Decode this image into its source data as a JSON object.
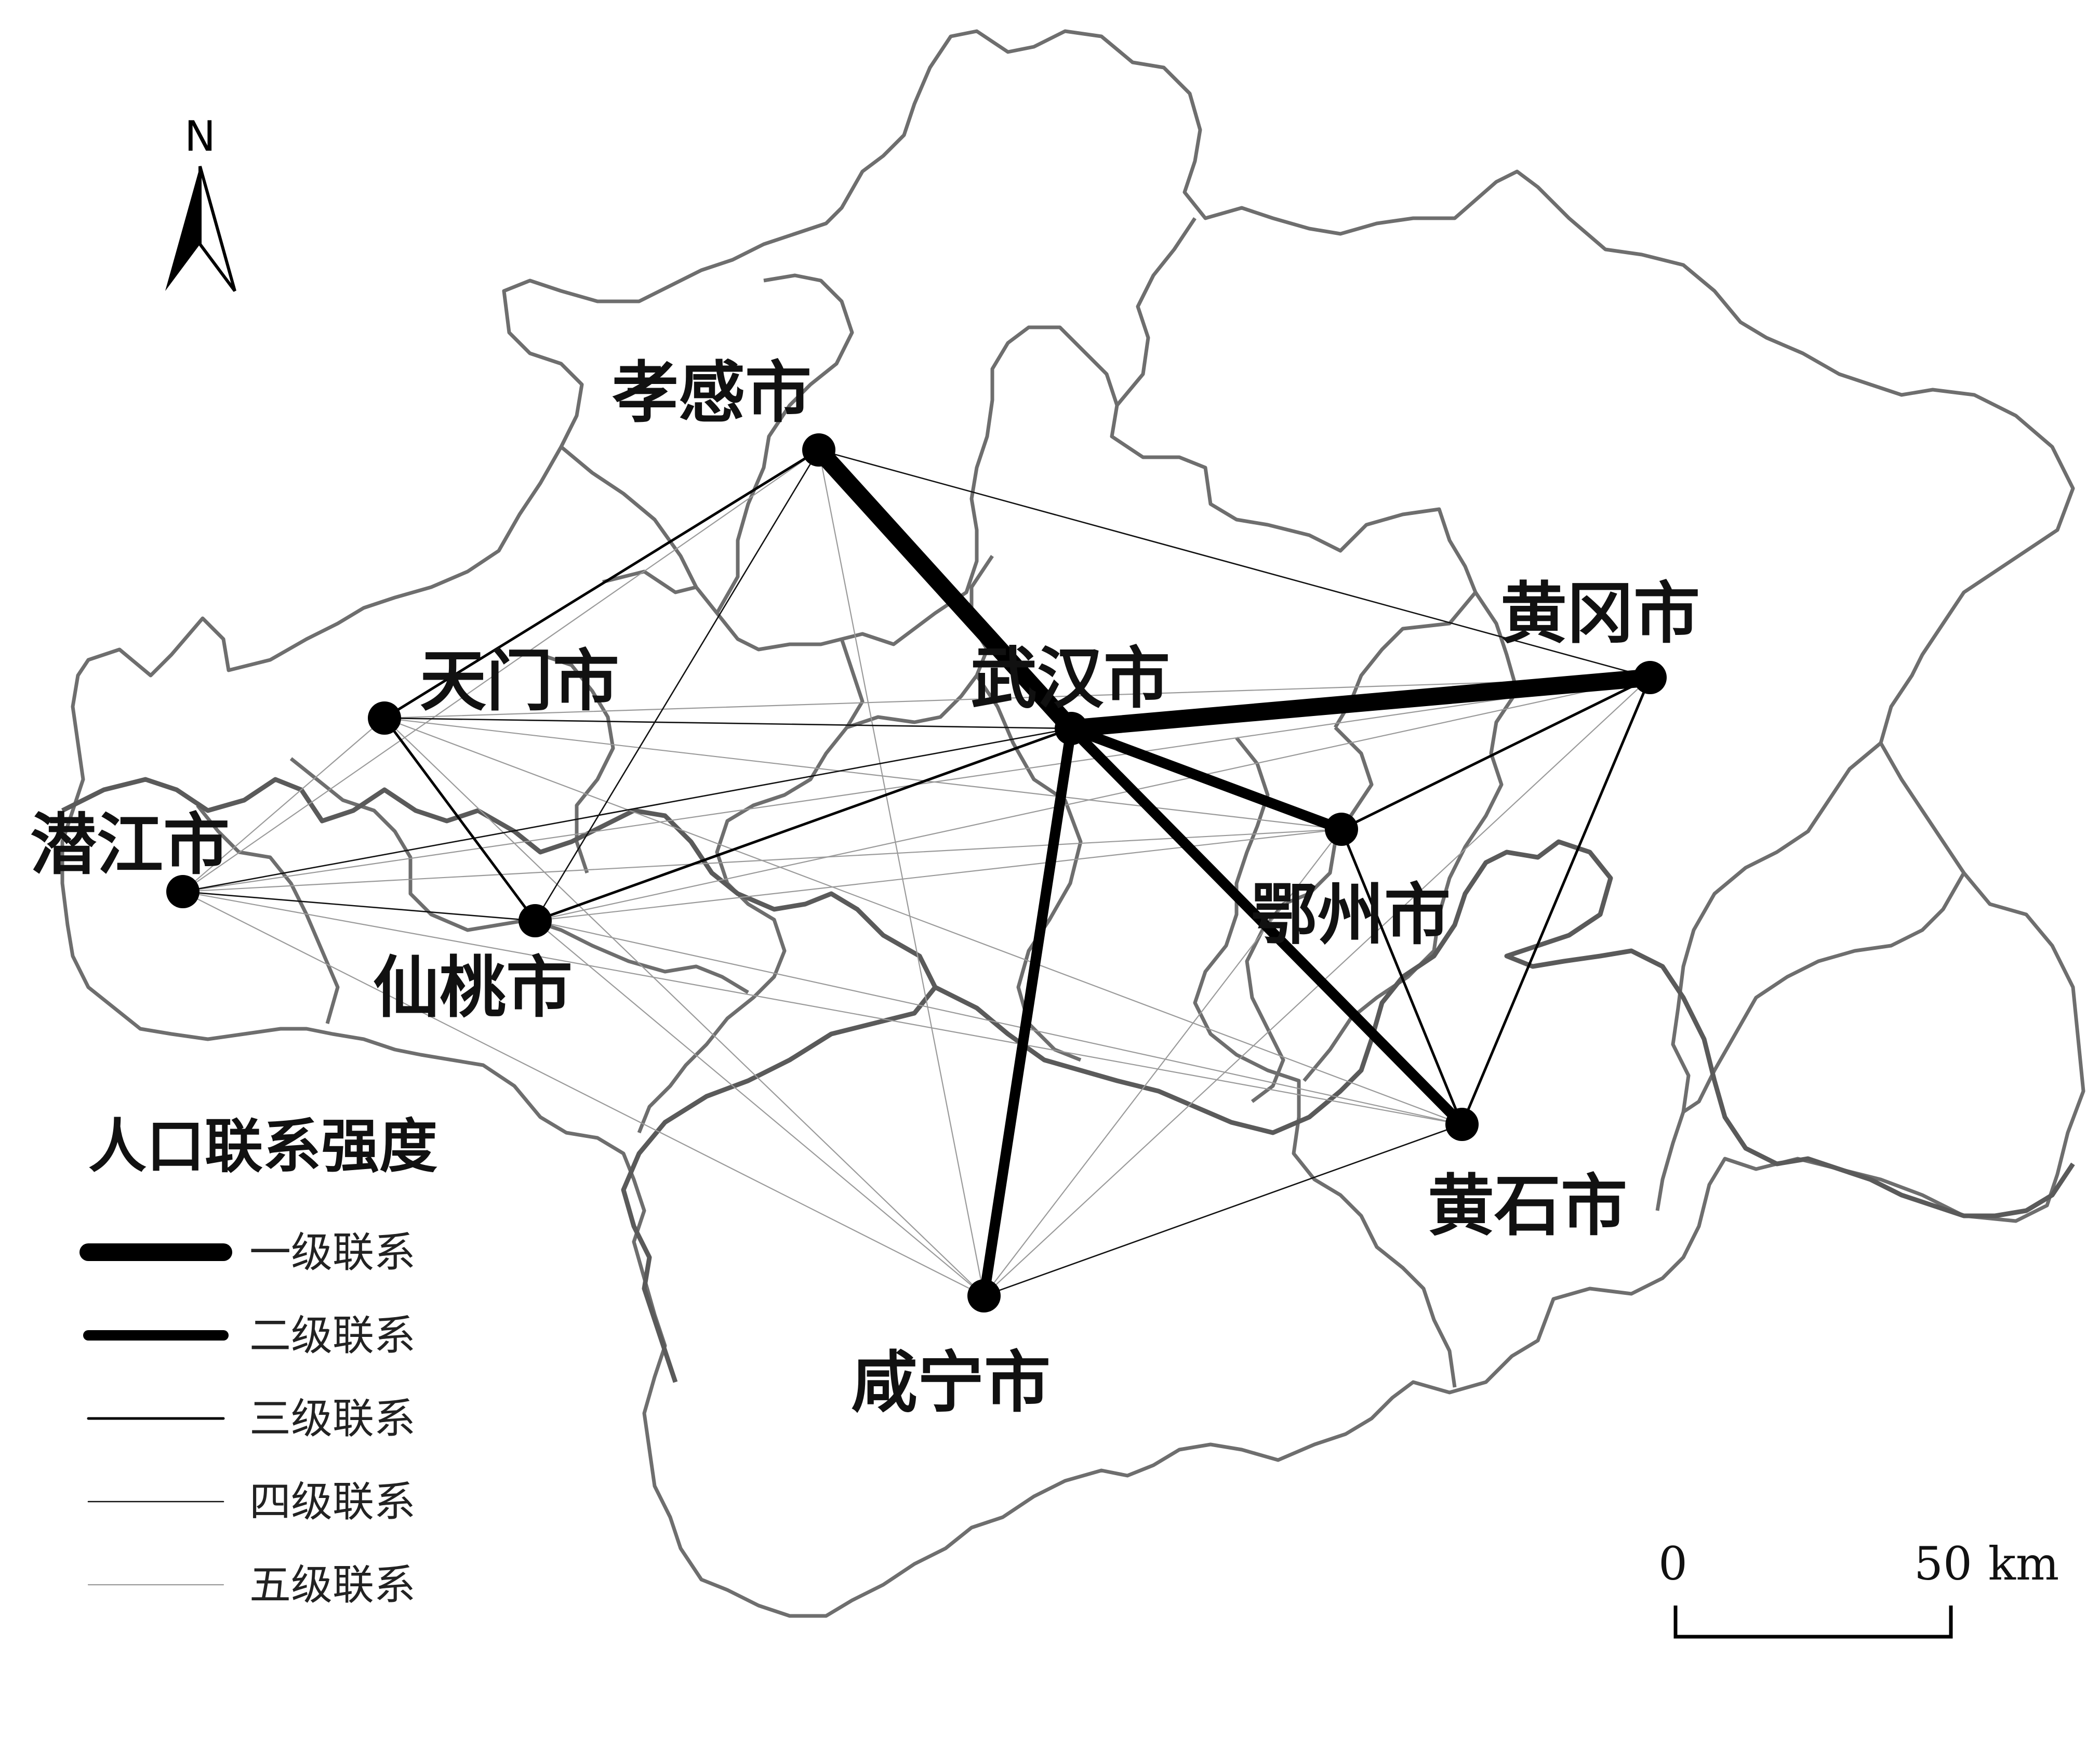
{
  "map": {
    "legend": {
      "title": "人口联系强度",
      "items": [
        {
          "level": 1,
          "label": "一级联系",
          "color": "#000000"
        },
        {
          "level": 2,
          "label": "二级联系",
          "color": "#000000"
        },
        {
          "level": 3,
          "label": "三级联系",
          "color": "#000000"
        },
        {
          "level": 4,
          "label": "四级联系",
          "color": "#111111"
        },
        {
          "level": 5,
          "label": "五级联系",
          "color": "#9a9a9a"
        }
      ]
    },
    "north_arrow": {
      "label": "N"
    },
    "scale_bar": {
      "start": "0",
      "end": "50",
      "unit": "km"
    },
    "cities": [
      {
        "id": "xiaogan",
        "name": "孝感市"
      },
      {
        "id": "wuhan",
        "name": "武汉市"
      },
      {
        "id": "huanggang",
        "name": "黄冈市"
      },
      {
        "id": "tianmen",
        "name": "天门市"
      },
      {
        "id": "qianjiang",
        "name": "潜江市"
      },
      {
        "id": "xiantao",
        "name": "仙桃市"
      },
      {
        "id": "ezhou",
        "name": "鄂州市"
      },
      {
        "id": "huangshi",
        "name": "黄石市"
      },
      {
        "id": "xianning",
        "name": "咸宁市"
      }
    ],
    "links": [
      {
        "from": "xiaogan",
        "to": "wuhan",
        "level": 1
      },
      {
        "from": "wuhan",
        "to": "huanggang",
        "level": 1
      },
      {
        "from": "wuhan",
        "to": "ezhou",
        "level": 2
      },
      {
        "from": "wuhan",
        "to": "huangshi",
        "level": 2
      },
      {
        "from": "wuhan",
        "to": "xianning",
        "level": 2
      },
      {
        "from": "xiaogan",
        "to": "tianmen",
        "level": 3
      },
      {
        "from": "wuhan",
        "to": "xiantao",
        "level": 3
      },
      {
        "from": "huanggang",
        "to": "huangshi",
        "level": 3
      },
      {
        "from": "tianmen",
        "to": "xiantao",
        "level": 3
      },
      {
        "from": "huanggang",
        "to": "ezhou",
        "level": 3
      },
      {
        "from": "ezhou",
        "to": "huangshi",
        "level": 3
      },
      {
        "from": "xiaogan",
        "to": "huanggang",
        "level": 4
      },
      {
        "from": "xiaogan",
        "to": "xiantao",
        "level": 4
      },
      {
        "from": "tianmen",
        "to": "wuhan",
        "level": 4
      },
      {
        "from": "qianjiang",
        "to": "wuhan",
        "level": 4
      },
      {
        "from": "qianjiang",
        "to": "xiantao",
        "level": 4
      },
      {
        "from": "xianning",
        "to": "huangshi",
        "level": 4
      },
      {
        "from": "xiaogan",
        "to": "qianjiang",
        "level": 5
      },
      {
        "from": "xiaogan",
        "to": "xianning",
        "level": 5
      },
      {
        "from": "tianmen",
        "to": "qianjiang",
        "level": 5
      },
      {
        "from": "tianmen",
        "to": "huanggang",
        "level": 5
      },
      {
        "from": "tianmen",
        "to": "ezhou",
        "level": 5
      },
      {
        "from": "tianmen",
        "to": "huangshi",
        "level": 5
      },
      {
        "from": "tianmen",
        "to": "xianning",
        "level": 5
      },
      {
        "from": "qianjiang",
        "to": "huanggang",
        "level": 5
      },
      {
        "from": "qianjiang",
        "to": "ezhou",
        "level": 5
      },
      {
        "from": "qianjiang",
        "to": "huangshi",
        "level": 5
      },
      {
        "from": "qianjiang",
        "to": "xianning",
        "level": 5
      },
      {
        "from": "xiantao",
        "to": "huanggang",
        "level": 5
      },
      {
        "from": "xiantao",
        "to": "ezhou",
        "level": 5
      },
      {
        "from": "xiantao",
        "to": "huangshi",
        "level": 5
      },
      {
        "from": "xiantao",
        "to": "xianning",
        "level": 5
      },
      {
        "from": "xianning",
        "to": "ezhou",
        "level": 5
      },
      {
        "from": "xianning",
        "to": "huanggang",
        "level": 5
      }
    ]
  }
}
